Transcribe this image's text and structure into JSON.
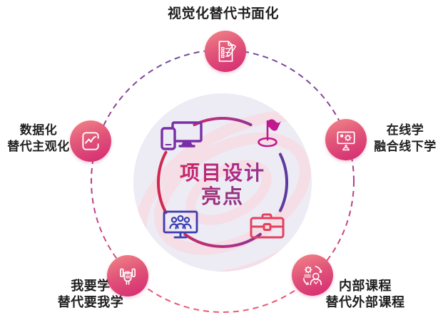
{
  "center_circle": {
    "heading_line1": "项目设计",
    "heading_line2": "亮点",
    "icons": [
      "devices-icon",
      "flag-icon",
      "team-monitor-icon",
      "briefcase-icon"
    ],
    "watermark_icon": "at-swirl-watermark"
  },
  "satellites": [
    {
      "position": "top",
      "icon": "clipboard-pen-icon",
      "label1": "视觉化替代书面化",
      "label2": ""
    },
    {
      "position": "left",
      "icon": "chart-line-icon",
      "label1": "数据化",
      "label2": "替代主观化"
    },
    {
      "position": "right",
      "icon": "monitor-gears-icon",
      "label1": "在线学",
      "label2": "融合线下学"
    },
    {
      "position": "bottom-left",
      "icon": "dumbbell-icon",
      "label1": "我要学",
      "label2": "替代要我学"
    },
    {
      "position": "bottom-right",
      "icon": "person-gear-icon",
      "label1": "内部课程",
      "label2": "替代外部课程"
    }
  ],
  "colors": {
    "label_text": "#1f1f1f",
    "badge_gradient_start": "#ef7e86",
    "badge_gradient_end": "#d62d73",
    "ring_top": "#6f4a9e",
    "ring_mid": "#b53a8a",
    "ring_bottom": "#ef5770",
    "inner_arc_left": "#d02950",
    "inner_arc_right": "#5b3a9e",
    "center_text_start": "#e02148",
    "center_text_end": "#6a3fa0",
    "circle_fill": "#edecf5",
    "watermark_pink": "#f5dee6",
    "icon_devices": "#7a2ea6",
    "icon_flag": "#c2188e",
    "icon_team": "#3b3caf",
    "icon_briefcase": "#e4405e"
  }
}
